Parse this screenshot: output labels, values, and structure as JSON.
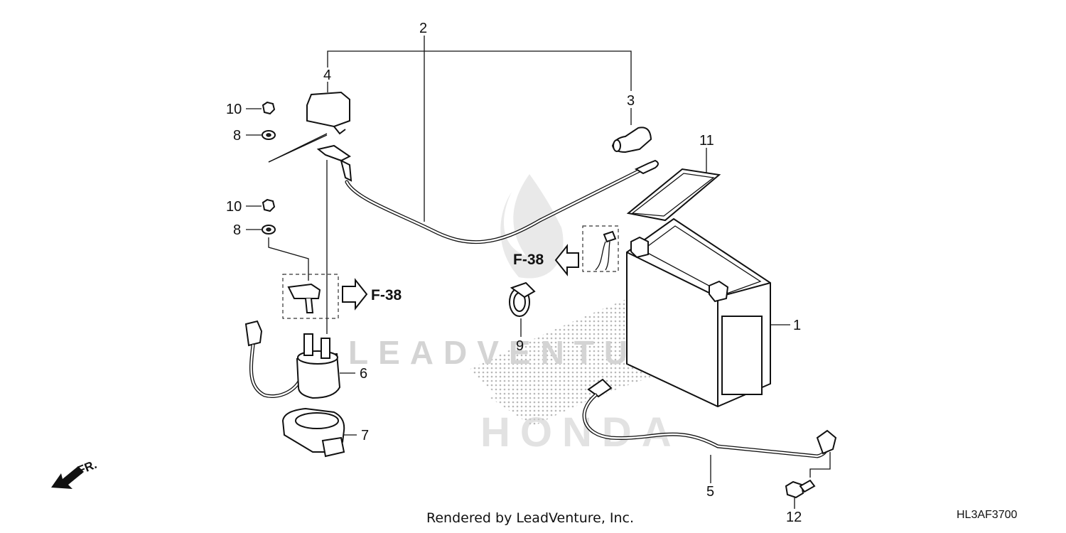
{
  "diagram": {
    "callouts": {
      "c1": "1",
      "c2": "2",
      "c3": "3",
      "c4": "4",
      "c5": "5",
      "c6": "6",
      "c7": "7",
      "c8a": "8",
      "c8b": "8",
      "c9": "9",
      "c10a": "10",
      "c10b": "10",
      "c11": "11",
      "c12": "12"
    },
    "references": {
      "ref_left": "F-38",
      "ref_center": "F-38"
    },
    "direction_label": "FR.",
    "watermark": {
      "brand": "LEADVENTURE",
      "logo_text": "HONDA"
    },
    "icons": [
      "front-direction-arrow-icon",
      "outline-arrow-icon",
      "flame-logo-icon",
      "honda-wing-logo-icon"
    ]
  },
  "footer": {
    "credit": "Rendered by LeadVenture, Inc.",
    "code": "HL3AF3700"
  }
}
